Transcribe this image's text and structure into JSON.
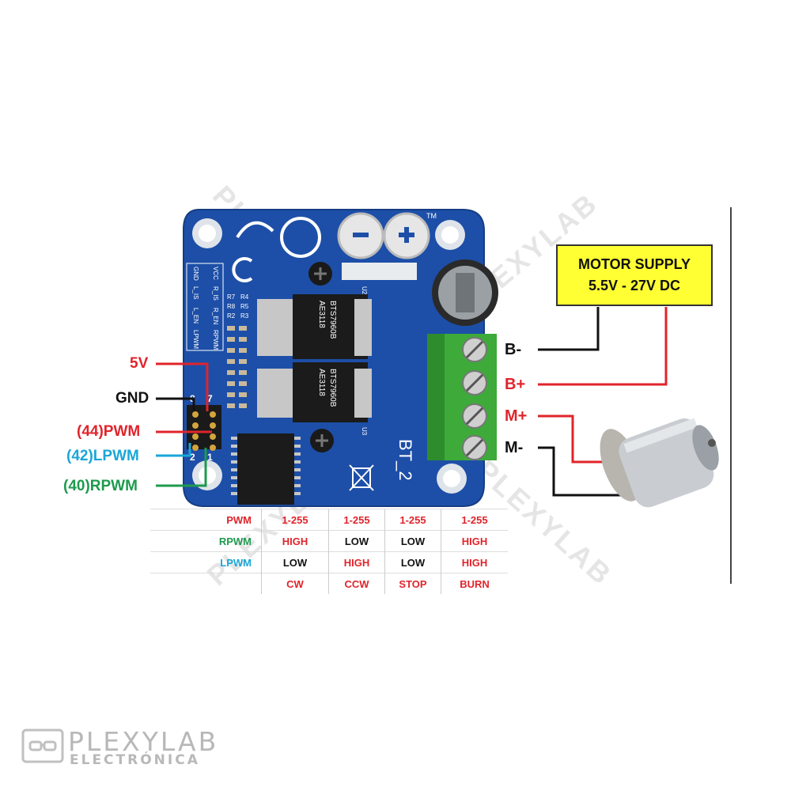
{
  "board": {
    "name": "BT_2",
    "header_labels": [
      "VCC",
      "R_IS",
      "R_EN",
      "RPWM",
      "GND",
      "L_IS",
      "L_EN",
      "LPWM"
    ],
    "resistor_labels": [
      "R7",
      "R4",
      "R8",
      "R5",
      "R2",
      "R3"
    ],
    "chip_marking": "BTS7960B",
    "chip_code": "AE3118",
    "pin_numbers": [
      "8",
      "7",
      "2",
      "1"
    ],
    "ic_labels": [
      "U2",
      "U3"
    ],
    "trademark": "TM"
  },
  "pins": {
    "v5": "5V",
    "gnd": "GND",
    "pwm": "(44)PWM",
    "lpwm": "(42)LPWM",
    "rpwm": "(40)RPWM"
  },
  "terminals": {
    "b_minus": "B-",
    "b_plus": "B+",
    "m_plus": "M+",
    "m_minus": "M-"
  },
  "supply": {
    "line1": "MOTOR SUPPLY",
    "line2": "5.5V - 27V DC"
  },
  "truth_table": {
    "rows": [
      {
        "label": "PWM",
        "values": [
          "1-255",
          "1-255",
          "1-255",
          "1-255"
        ]
      },
      {
        "label": "RPWM",
        "values": [
          "HIGH",
          "LOW",
          "LOW",
          "HIGH"
        ]
      },
      {
        "label": "LPWM",
        "values": [
          "LOW",
          "HIGH",
          "LOW",
          "HIGH"
        ]
      },
      {
        "label": "",
        "values": [
          "CW",
          "CCW",
          "STOP",
          "BURN"
        ]
      }
    ]
  },
  "watermark": "PLEXYLAB",
  "logo": {
    "name": "PLEXYLAB",
    "subtitle": "ELECTRÓNICA"
  },
  "colors": {
    "board": "#1d4fa8",
    "red": "#e0242b",
    "cyan": "#1aa6d8",
    "green": "#1e9a4e",
    "black": "#111111",
    "terminal_green": "#3daa3a",
    "supply_bg": "#ffff33"
  }
}
